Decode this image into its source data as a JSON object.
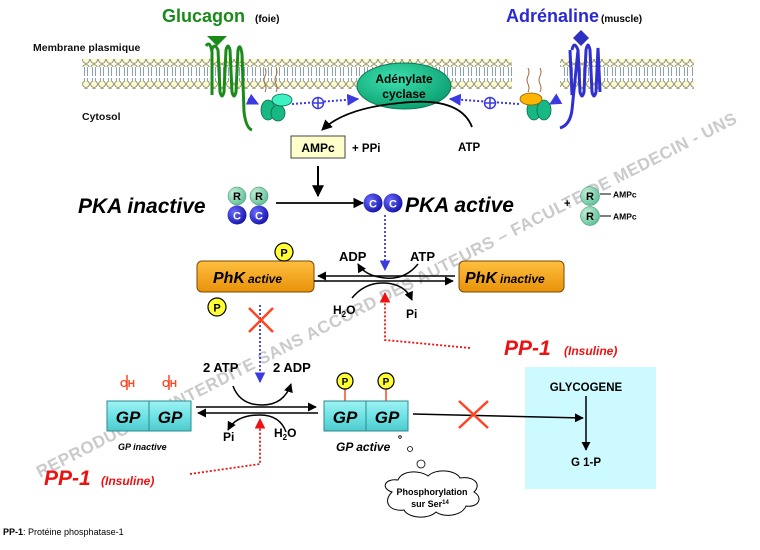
{
  "hormones": {
    "glucagon": {
      "name": "Glucagon",
      "organ": "(foie)",
      "color": "#1a8a1a"
    },
    "adrenaline": {
      "name": "Adrénaline",
      "organ": "(muscle)",
      "color": "#2a2ad0"
    }
  },
  "labels": {
    "membrane": "Membrane plasmique",
    "cytosol": "Cytosol",
    "adenylate_cyclase_line1": "Adénylate",
    "adenylate_cyclase_line2": "cyclase",
    "ampc": "AMPc",
    "plus_ppi": "+  PPi",
    "atp_top": "ATP",
    "pka_inactive": "PKA inactive",
    "pka_active": "PKA active",
    "r": "R",
    "c": "C",
    "plus": "+",
    "r_ampc": "AMPc",
    "p": "P"
  },
  "phk": {
    "active_main": "PhK",
    "active_sub": "active",
    "inactive_main": "PhK",
    "inactive_sub": "inactive",
    "adp": "ADP",
    "atp": "ATP",
    "h2o_h": "H",
    "h2o_2": "2",
    "h2o_o": "O",
    "pi": "Pi"
  },
  "gp": {
    "unit": "GP",
    "oh": "OH",
    "inactive_label_gp": "GP",
    "inactive_label_rest": " inactive",
    "active_label": "GP active",
    "two_atp": "2  ATP",
    "two_adp": "2  ADP",
    "pi": "Pi",
    "h2o_h": "H",
    "h2o_2": "2",
    "h2o_o": "O"
  },
  "pp1": {
    "name": "PP-1",
    "hormone": "(Insuline)",
    "color": "#ee1111"
  },
  "glycogen_box": {
    "title": "GLYCOGENE",
    "product": "G 1-P",
    "bg": "#ccfaff"
  },
  "cloud": {
    "line1": "Phosphorylation",
    "line2_text": "sur Ser",
    "line2_sup": "14"
  },
  "footnote": {
    "abbr": "PP-1",
    "definition": ": Protéine phosphatase-1"
  },
  "watermark": "REPRODUCTION INTERDITE SANS ACCORD DES AUTEURS – FACULTE DE MEDECIN - UNS",
  "colors": {
    "phk_fill": "#f7a81b",
    "phospho_fill": "#ffff33",
    "gp_fill": "#6fe3e6",
    "ampc_fill": "#ffffcc",
    "pka_c_fill": "#2424c8",
    "pka_r_fill": "#8fd8b8",
    "ac_fill": "#13c08a",
    "inhibit_cross": "#ff4422"
  }
}
